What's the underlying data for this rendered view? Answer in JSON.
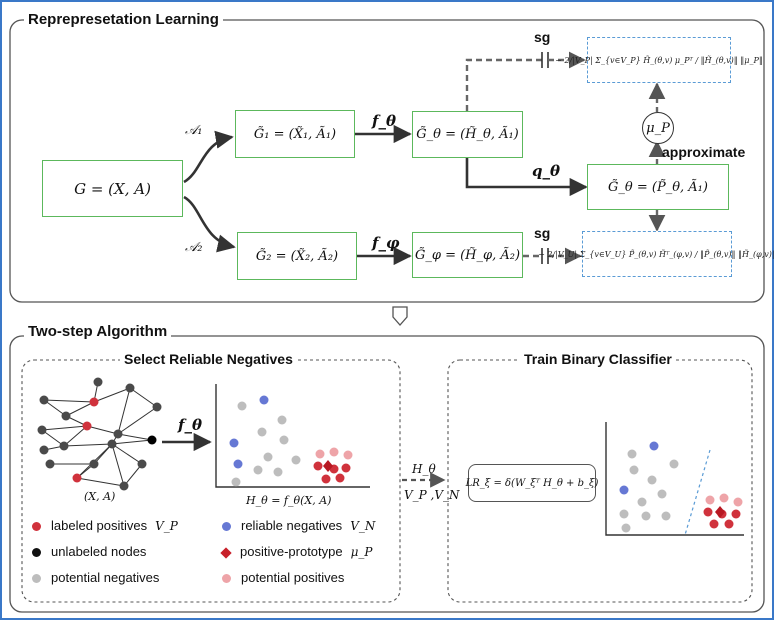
{
  "section1": {
    "title": "Reprepresetation Learning",
    "input_graph": "G = (X, A)",
    "aug1": "𝒜₁",
    "aug2": "𝒜₂",
    "view1": "G̃₁ = (X̃₁, Ã₁)",
    "view2": "G̃₂ = (X̃₂, Ã₂)",
    "enc1": "f_θ",
    "enc2": "f_φ",
    "emb1": "G̃_θ = (H̃_θ, Ã₁)",
    "emb2": "G̃_φ = (H̃_φ, Ã₂)",
    "proj": "q_θ",
    "proto_graph": "G̃_θ = (P̃_θ, Ã₁)",
    "mu": "μ_P",
    "approx": "approximate",
    "sg1": "sg",
    "sg2": "sg",
    "loss_top": "− 2/|V_P| Σ_{v∈V_P} H̃_(θ,v) μ_Pᵀ / ‖H̃_(θ,v)‖ ‖μ_P‖",
    "loss_bottom": "− 2/|V_U| Σ_{v∈V_U} P̃_(θ,v) H̃ᵀ_(φ,v) / ‖P̃_(θ,v)‖ ‖H̃_(φ,v)‖"
  },
  "section2": {
    "title": "Two-step Algorithm",
    "left_title": "Select Reliable Negatives",
    "right_title": "Train Binary Classifier",
    "graph_caption": "(X, A)",
    "enc": "f_θ",
    "emb_caption": "H_θ = f_θ(X, A)",
    "arrow_top": "H_θ",
    "arrow_bottom": "V_P ,V_N",
    "classifier": "LR_ξ = δ(W_ξᵀ H_θ + b_ξ)",
    "legend": [
      {
        "label": "labeled positives",
        "sym": "V_P",
        "color": "#d0323c",
        "shape": "dot"
      },
      {
        "label": "reliable negatives",
        "sym": "V_N",
        "color": "#6678d4",
        "shape": "dot"
      },
      {
        "label": "unlabeled nodes",
        "sym": "",
        "color": "#111111",
        "shape": "dot"
      },
      {
        "label": "positive-prototype",
        "sym": "μ_P",
        "color": "#c8202a",
        "shape": "diamond"
      },
      {
        "label": "potential negatives",
        "sym": "",
        "color": "#bdbdbd",
        "shape": "dot"
      },
      {
        "label": "potential positives",
        "sym": "",
        "color": "#eea4a8",
        "shape": "dot"
      }
    ]
  },
  "colors": {
    "frame": "#3a78c8",
    "box_green": "#5cb85c",
    "loss_blue": "#5a9bd5",
    "positive": "#d0323c",
    "negative": "#6678d4",
    "gray": "#bdbdbd",
    "pink": "#eea4a8"
  }
}
